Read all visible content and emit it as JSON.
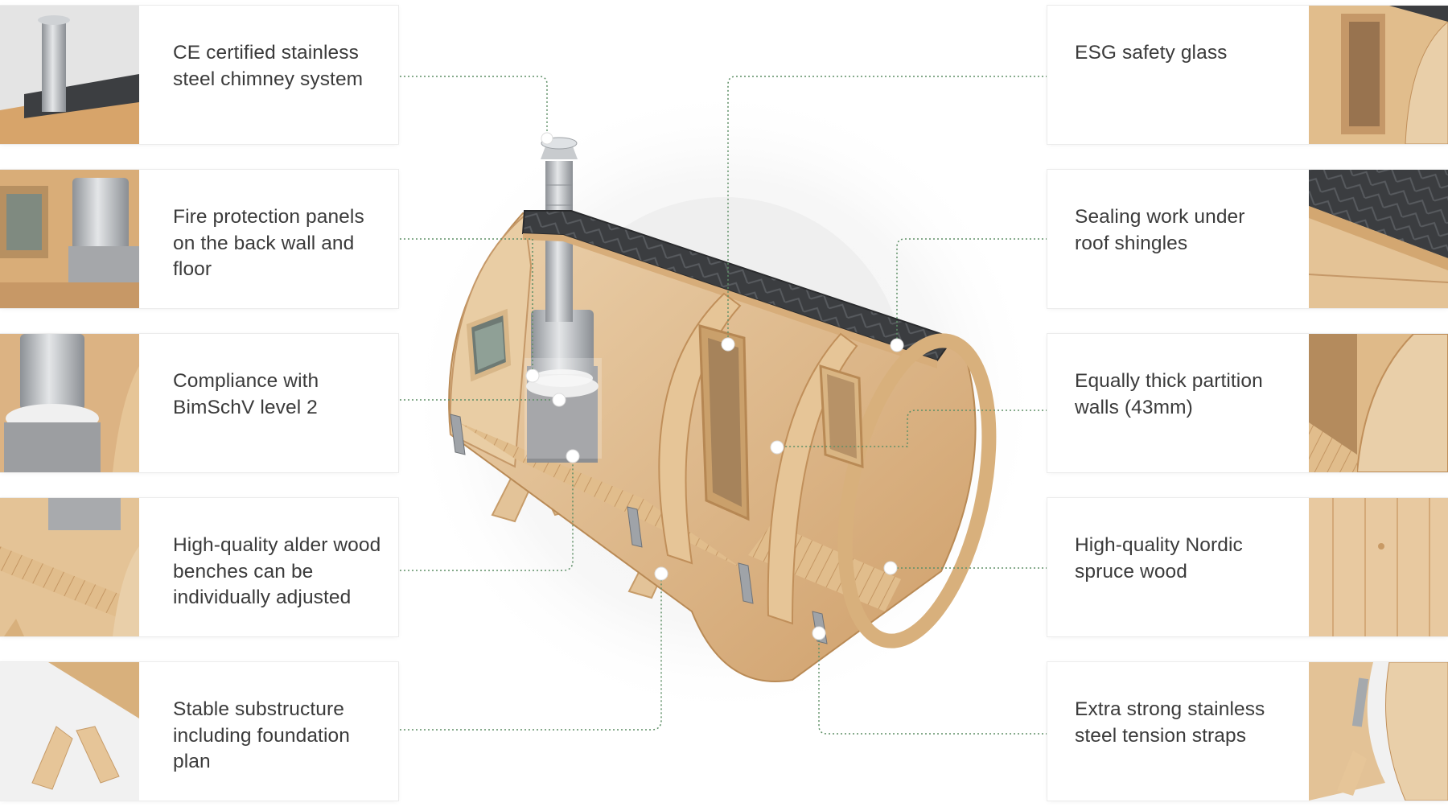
{
  "features": {
    "left": [
      {
        "id": "chimney",
        "label": "CE certified stainless steel chimney system",
        "thumb": "chimney-closeup"
      },
      {
        "id": "fire-protection",
        "label": "Fire protection panels on the back wall and floor",
        "thumb": "stove-panels-closeup"
      },
      {
        "id": "bimschv",
        "label": "Compliance with BimSchV level 2",
        "thumb": "stove-closeup"
      },
      {
        "id": "benches",
        "label": "High-quality alder wood benches can be individually adjusted",
        "thumb": "bench-closeup"
      },
      {
        "id": "substructure",
        "label": "Stable substructure including foundation plan",
        "thumb": "legs-closeup"
      }
    ],
    "right": [
      {
        "id": "glass",
        "label": "ESG safety glass",
        "thumb": "glass-door-closeup"
      },
      {
        "id": "sealing",
        "label": "Sealing work under roof shingles",
        "thumb": "roof-shingles-closeup"
      },
      {
        "id": "partition",
        "label": "Equally thick partition walls (43mm)",
        "thumb": "partition-wall-closeup"
      },
      {
        "id": "spruce",
        "label": "High-quality Nordic spruce wood",
        "thumb": "spruce-wood-closeup"
      },
      {
        "id": "straps",
        "label": "Extra strong stainless steel tension straps",
        "thumb": "steel-strap-closeup"
      }
    ]
  },
  "colors": {
    "leader_line": "#5e8f66",
    "marker": "#ffffff",
    "wood_light": "#e8c9a0",
    "wood_mid": "#d6ad7a",
    "wood_dark": "#b98a55",
    "roof": "#3b3d40",
    "steel": "#b9bcc0",
    "label_text": "#3b3b3b"
  },
  "illustration": "barrel-sauna-cutaway"
}
